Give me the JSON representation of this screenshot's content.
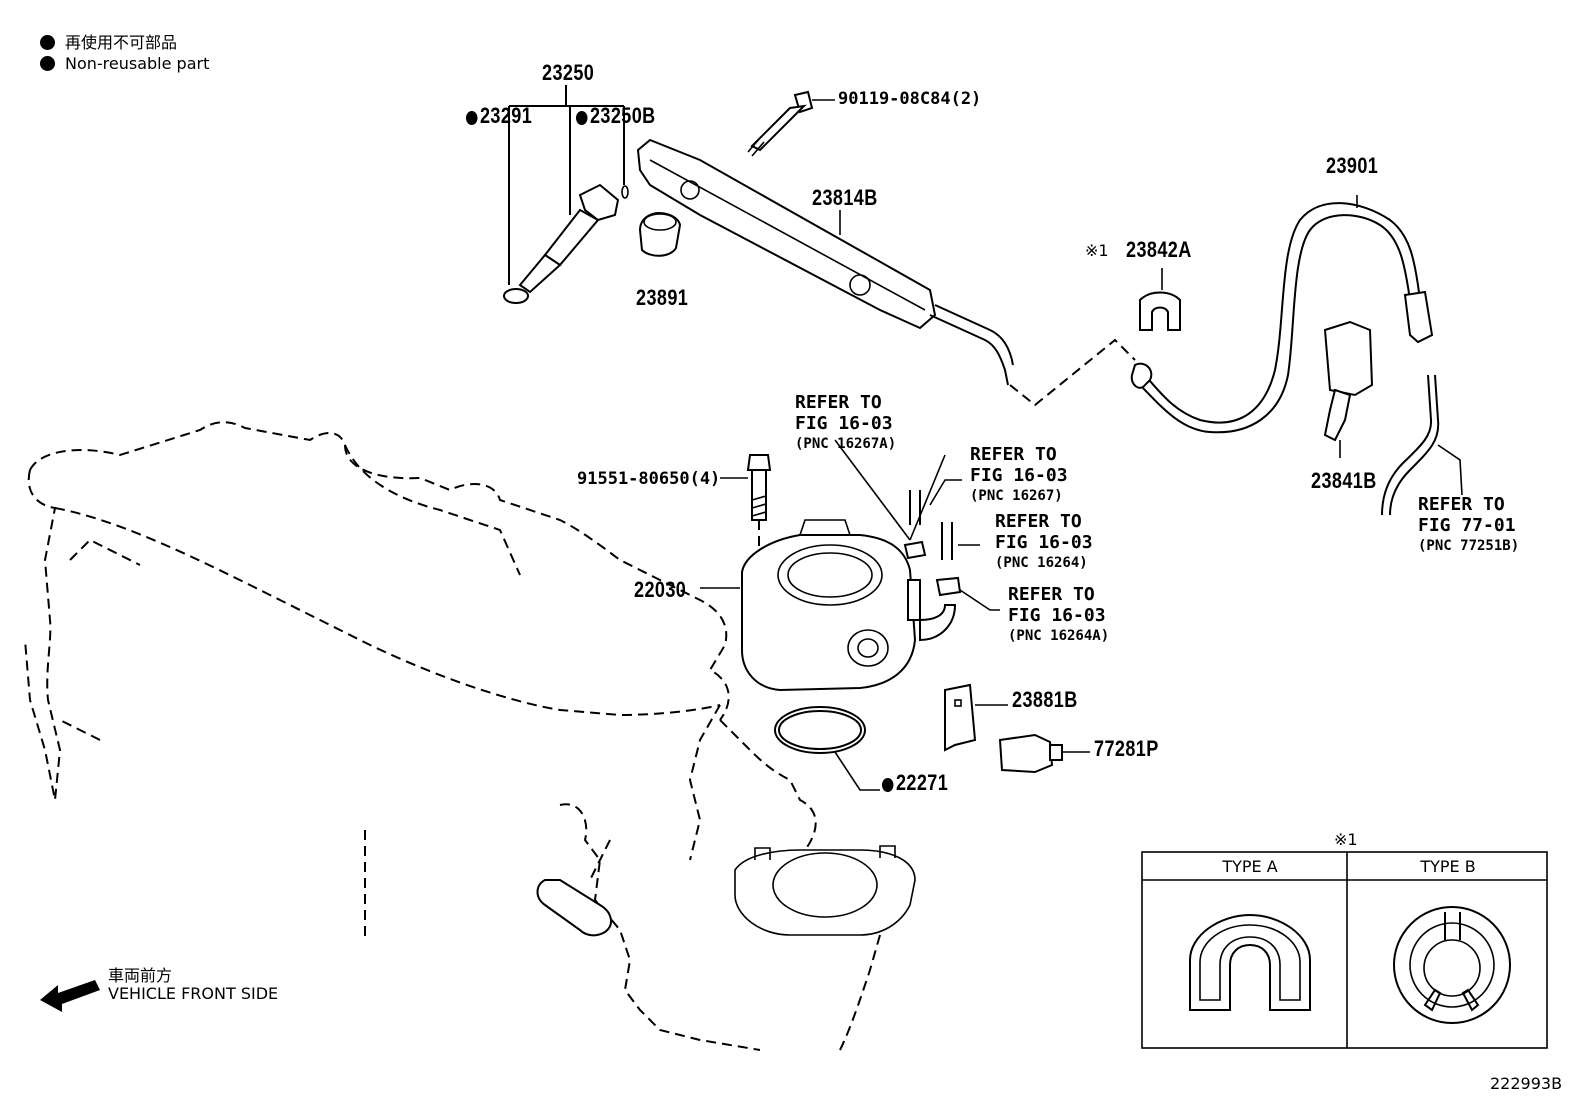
{
  "legend": {
    "jp": "再使用不可部品",
    "en": "Non-reusable part"
  },
  "labels": {
    "p23250": "23250",
    "p23291": "23291",
    "p23250B": "23250B",
    "p90119": "90119-08C84(2)",
    "p23814B": "23814B",
    "p23891": "23891",
    "p23901": "23901",
    "mark1": "※1",
    "p23842A": "23842A",
    "p23841B": "23841B",
    "p91551": "91551-80650(4)",
    "p22030": "22030",
    "p23881B": "23881B",
    "p77281P": "77281P",
    "p22271": "22271",
    "fig_code": "222993B"
  },
  "refs": [
    {
      "line1": "REFER TO",
      "line2": "FIG 16-03",
      "line3": "(PNC 16267A)"
    },
    {
      "line1": "REFER TO",
      "line2": "FIG 16-03",
      "line3": "(PNC 16267)"
    },
    {
      "line1": "REFER TO",
      "line2": "FIG 16-03",
      "line3": "(PNC 16264)"
    },
    {
      "line1": "REFER TO",
      "line2": "FIG 16-03",
      "line3": "(PNC 16264A)"
    },
    {
      "line1": "REFER TO",
      "line2": "FIG 77-01",
      "line3": "(PNC 77251B)"
    }
  ],
  "front": {
    "jp": "車両前方",
    "en": "VEHICLE FRONT SIDE"
  },
  "types_table": {
    "mark": "※1",
    "type_a": "TYPE A",
    "type_b": "TYPE B"
  }
}
